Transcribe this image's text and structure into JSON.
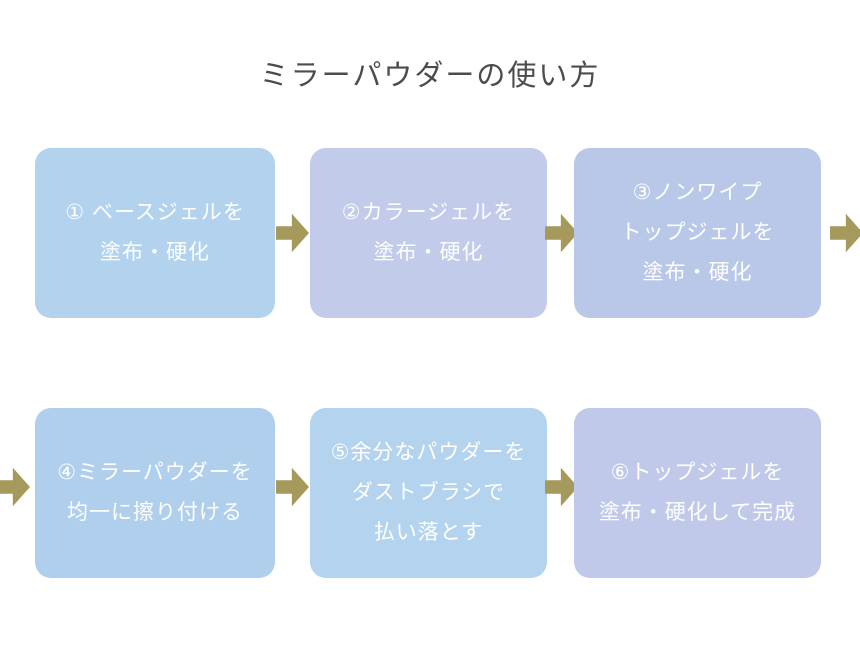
{
  "title": "ミラーパウダーの使い方",
  "steps": [
    {
      "step": 1,
      "text": "① ベースジェルを\n塗布・硬化",
      "color": "#b2d2ed"
    },
    {
      "step": 2,
      "text": "②カラージェルを\n塗布・硬化",
      "color": "#c2cbe9"
    },
    {
      "step": 3,
      "text": "③ノンワイプ\nトップジェルを\n塗布・硬化",
      "color": "#b9c8e9"
    },
    {
      "step": 4,
      "text": "④ミラーパウダーを\n均一に擦り付ける",
      "color": "#b0cfec"
    },
    {
      "step": 5,
      "text": "⑤余分なパウダーを\nダストブラシで\n払い落とす",
      "color": "#b4d3ee"
    },
    {
      "step": 6,
      "text": "⑥トップジェルを\n塗布・硬化して完成",
      "color": "#c0c9e9"
    }
  ],
  "arrow_color": "#a59a5c",
  "background_color": "#ffffff",
  "title_color": "#4c4c4c",
  "icons": {
    "connector": "block-arrow-right-icon"
  }
}
